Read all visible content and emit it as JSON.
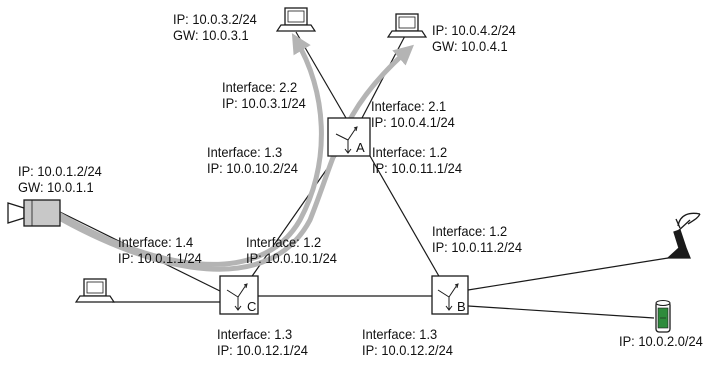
{
  "routers": {
    "A": {
      "name": "A"
    },
    "B": {
      "name": "B"
    },
    "C": {
      "name": "C"
    }
  },
  "hosts": {
    "pc_top_left": {
      "ip": "IP: 10.0.3.2/24",
      "gw": "GW: 10.0.3.1"
    },
    "pc_top_right": {
      "ip": "IP: 10.0.4.2/24",
      "gw": "GW: 10.0.4.1"
    },
    "camera": {
      "ip": "IP: 10.0.1.2/24",
      "gw": "GW: 10.0.1.1"
    },
    "storage": {
      "ip": "IP: 10.0.2.0/24"
    }
  },
  "interfaces": {
    "a_2_2": {
      "name": "Interface: 2.2",
      "ip": "IP: 10.0.3.1/24"
    },
    "a_2_1": {
      "name": "Interface: 2.1",
      "ip": "IP: 10.0.4.1/24"
    },
    "a_1_3": {
      "name": "Interface: 1.3",
      "ip": "IP: 10.0.10.2/24"
    },
    "a_1_2": {
      "name": "Interface: 1.2",
      "ip": "IP: 10.0.11.1/24"
    },
    "c_1_4": {
      "name": "Interface: 1.4",
      "ip": "IP: 10.0.1.1/24"
    },
    "c_1_2": {
      "name": "Interface: 1.2",
      "ip": "IP: 10.0.10.1/24"
    },
    "c_1_3": {
      "name": "Interface: 1.3",
      "ip": "IP: 10.0.12.1/24"
    },
    "b_1_2": {
      "name": "Interface: 1.2",
      "ip": "IP: 10.0.11.2/24"
    },
    "b_1_3": {
      "name": "Interface: 1.3",
      "ip": "IP: 10.0.12.2/24"
    }
  },
  "colors": {
    "link": "#1a1a1a",
    "flow_arrow": "#b4b4b4",
    "camera_body": "#c8c8c8",
    "storage_accent": "#2e8b3c"
  }
}
